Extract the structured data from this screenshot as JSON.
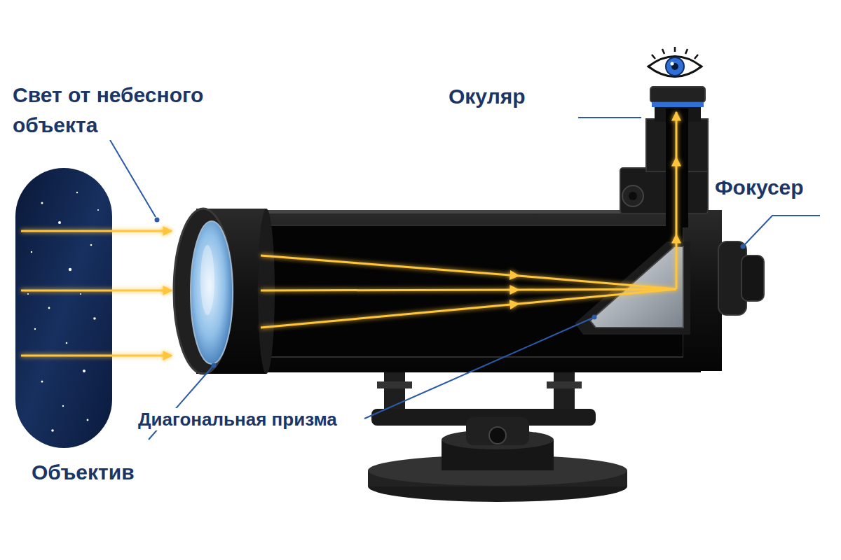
{
  "diagram": {
    "labels": [
      "Свет от небесного объекта",
      "Окуляр",
      "Фокусер",
      "Диагональная призма",
      "Объектив"
    ]
  }
}
